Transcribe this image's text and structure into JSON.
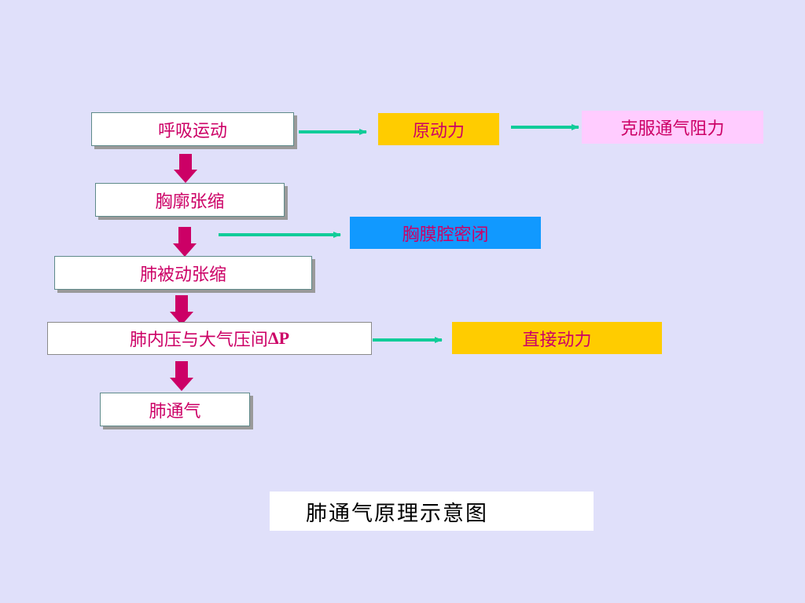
{
  "diagram": {
    "colors": {
      "background": "#e0e0fa",
      "text": "#cc0066",
      "down_arrow": "#cc0066",
      "side_arrow": "#11cc99",
      "yellow_box": "#ffcc00",
      "pink_box": "#ffccff",
      "blue_box": "#1199ff"
    },
    "steps": {
      "respiratory_movement": "呼吸运动",
      "thorax_expansion": "胸廓张缩",
      "lung_passive_expansion": "肺被动张缩",
      "pressure_difference_prefix": "肺内压与大气压间",
      "pressure_difference_symbol": "ΔP",
      "lung_ventilation": "肺通气"
    },
    "side_boxes": {
      "primary_force": "原动力",
      "overcome_resistance": "克服通气阻力",
      "pleural_cavity_closed": "胸膜腔密闭",
      "direct_force": "直接动力"
    },
    "caption": "肺通气原理示意图"
  }
}
